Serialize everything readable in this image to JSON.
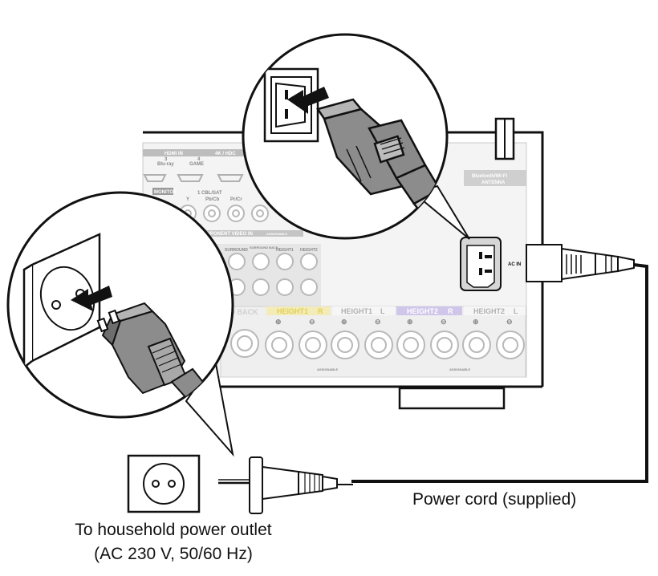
{
  "labels": {
    "power_cord": "Power cord (supplied)",
    "outlet_line1": "To household power outlet",
    "outlet_line2": "(AC 230 V, 50/60 Hz)",
    "ac_in": "AC IN"
  },
  "panel": {
    "hdmi_in": "HDMI IN",
    "hdmi_4k": "4K / HDC",
    "hdmi_inputs": [
      {
        "num": "3",
        "name": "Blu-ray"
      },
      {
        "num": "4",
        "name": "GAME"
      }
    ],
    "monitor": "MONITOR",
    "cbl_sat": "1 CBL/SAT",
    "component_y": "Y",
    "component_pb": "Pb/Cb",
    "component_pr": "Pr/Cr",
    "component_video_in": "COMPONENT VIDEO IN",
    "assignable": "ASSIGNABLE",
    "preout_labels": [
      "SURROUND",
      "SURROUND BACK",
      "HEIGHT1",
      "HEIGHT2"
    ],
    "bluetooth_antenna_1": "Bluetooth/Wi-Fi",
    "bluetooth_antenna_2": "ANTENNA",
    "speakers": [
      {
        "label": "HEIGHT1",
        "side": "R",
        "color": "#e6d36a"
      },
      {
        "label": "HEIGHT1",
        "side": "L",
        "color": "#b8b8b8"
      },
      {
        "label": "HEIGHT2",
        "side": "R",
        "color": "#9a86cf"
      },
      {
        "label": "HEIGHT2",
        "side": "L",
        "color": "#b8b8b8"
      }
    ],
    "sb_label": "ND BACK",
    "plus": "⊕",
    "minus": "⊖"
  }
}
